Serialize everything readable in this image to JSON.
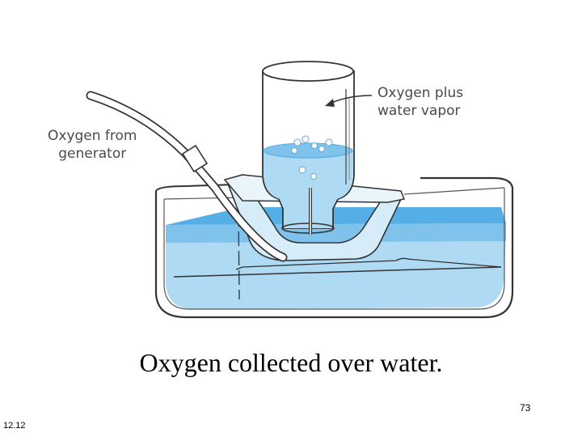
{
  "labels": {
    "oxygen_plus_line1": "Oxygen plus",
    "oxygen_plus_line2": "water vapor",
    "oxygen_from_line1": "Oxygen from",
    "oxygen_from_line2": "generator"
  },
  "caption": "Oxygen collected over water.",
  "page_number": "73",
  "slide_ref": "12.12",
  "colors": {
    "water": "#aedaf3",
    "water_surface": "#55aee6",
    "outline": "#333333",
    "label_text": "#4a4a4a"
  }
}
